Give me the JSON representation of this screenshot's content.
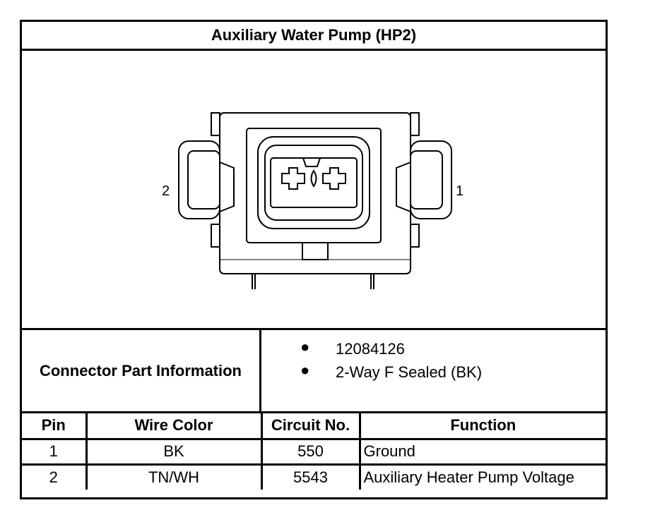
{
  "title": "Auxiliary Water Pump (HP2)",
  "connector": {
    "pin_left_label": "2",
    "pin_right_label": "1"
  },
  "part_info": {
    "label": "Connector Part Information",
    "items": [
      "12084126",
      "2-Way F Sealed (BK)"
    ]
  },
  "pin_table": {
    "headers": [
      "Pin",
      "Wire Color",
      "Circuit No.",
      "Function"
    ],
    "rows": [
      [
        "1",
        "BK",
        "550",
        "Ground"
      ],
      [
        "2",
        "TN/WH",
        "5543",
        "Auxiliary Heater Pump Voltage"
      ]
    ]
  }
}
